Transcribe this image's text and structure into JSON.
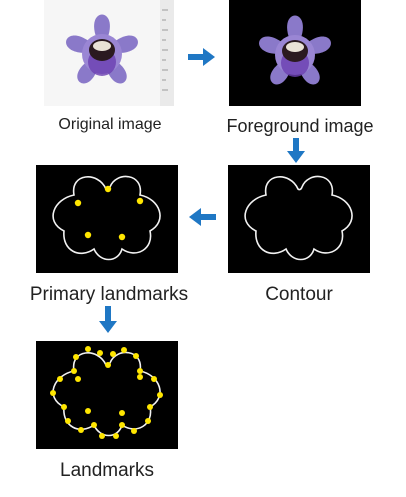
{
  "labels": {
    "original": "Original image",
    "foreground": "Foreground image",
    "contour": "Contour",
    "primary": "Primary landmarks",
    "landmarks": "Landmarks"
  },
  "colors": {
    "arrow": "#1f77c4",
    "petal": "#8a79c9",
    "petal_vein": "#6a3fb0",
    "throat": "#2b1a20",
    "contour_line": "#f2f2f2",
    "landmark": "#ffe600",
    "panel_bg": "#000000",
    "paper_bg": "#f4f4f4"
  },
  "icons": {
    "flow_arrow": "arrow-icon",
    "landmark_point": "dot-icon"
  }
}
